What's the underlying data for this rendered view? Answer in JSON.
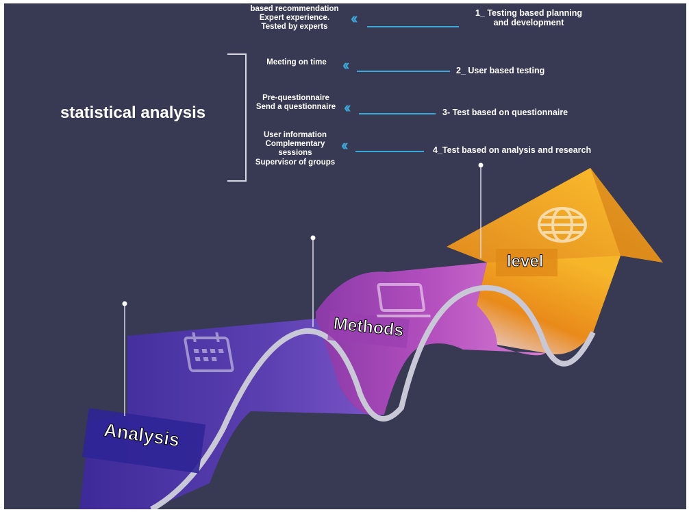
{
  "diagram": {
    "group_label": "statistical analysis",
    "stages": {
      "analysis": "Analysis",
      "methods": "Methods",
      "level": "level"
    },
    "items": [
      {
        "step": "1_ Testing based planning\nand development",
        "notes": "based recommendation\nExpert experience.\nTested by experts"
      },
      {
        "step": "2_ User based testing",
        "notes": "Meeting on time"
      },
      {
        "step": "3- Test based on questionnaire",
        "notes": "Pre-questionnaire\nSend a questionnaire"
      },
      {
        "step": "4_Test based on analysis and research",
        "notes": "User information\nComplementary\nsessions\nSupervisor of groups"
      }
    ],
    "colors": {
      "background": "#373a52",
      "accent": "#3aa8d8",
      "analysis_band": "#5a3fb0",
      "methods_band": "#b44fbe",
      "arrow": "#f0a21c",
      "edge": "#c8c8d6"
    },
    "icons": [
      "calendar-icon",
      "laptop-icon",
      "globe-icon",
      "chevron-left-icon"
    ]
  }
}
